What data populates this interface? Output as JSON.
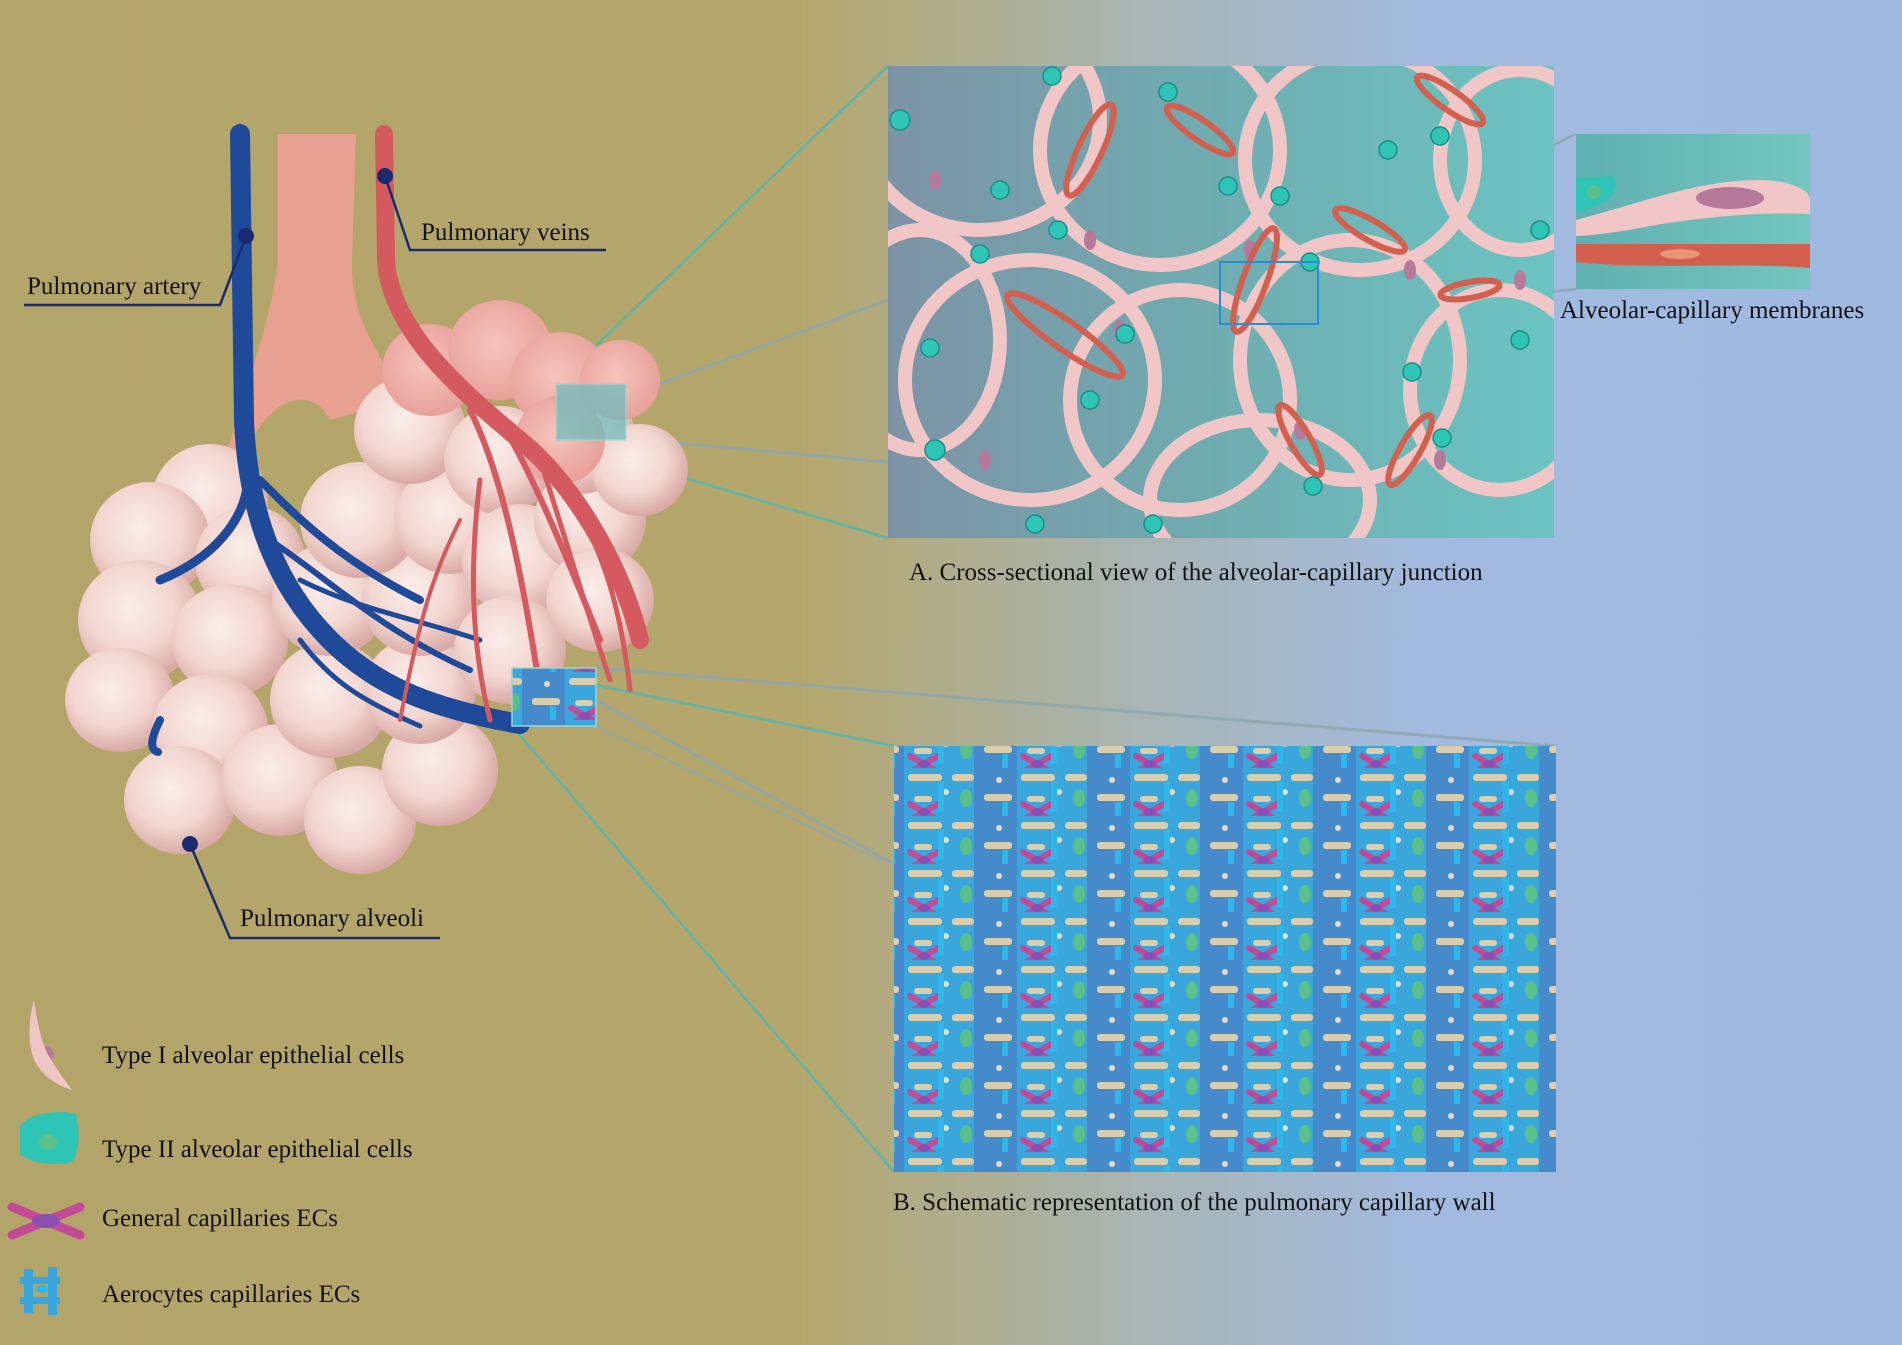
{
  "colors": {
    "background_left": "#b3a46a",
    "background_right": "#a2badf",
    "artery": "#1f4a9a",
    "vein": "#d45a5f",
    "trachea": "#e8a090",
    "alveolus": "#f1d2cc",
    "capillary_wall": "#f0c5c5",
    "type2_cell": "#2ec4b6",
    "general_capillary_ec": "#c46fc9",
    "aerocyte_ec": "#3aa7dc",
    "zoom_panel_a": "#6fbcbc",
    "zoom_panel_b": "#4ea2d8"
  },
  "labels": {
    "pulmonary_artery": "Pulmonary artery",
    "pulmonary_veins": "Pulmonary veins",
    "pulmonary_alveoli": "Pulmonary alveoli",
    "membranes": "Alveolar-capillary membranes",
    "caption_a": "A.  Cross-sectional view of the alveolar-capillary junction",
    "caption_b": "B. Schematic representation of the pulmonary capillary wall"
  },
  "legend": [
    {
      "icon": "type1-epithelial-cell-icon",
      "label": "Type I alveolar epithelial cells"
    },
    {
      "icon": "type2-epithelial-cell-icon",
      "label": "Type II alveolar epithelial cells"
    },
    {
      "icon": "general-capillary-ec-icon",
      "label": "General capillaries ECs"
    },
    {
      "icon": "aerocyte-ec-icon",
      "label": "Aerocytes capillaries ECs"
    }
  ]
}
